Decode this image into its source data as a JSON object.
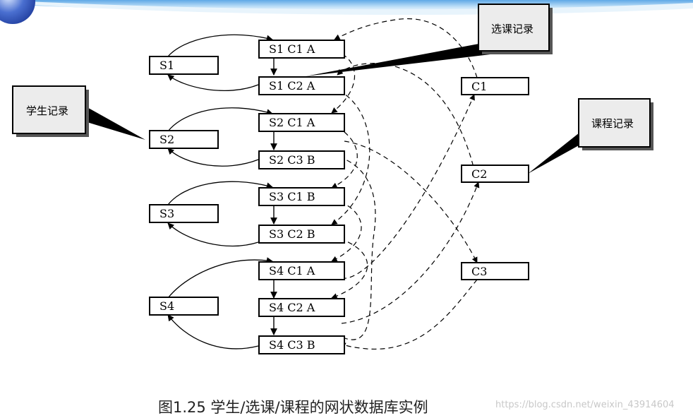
{
  "diagram": {
    "students": [
      {
        "id": "s1",
        "label": "S1"
      },
      {
        "id": "s2",
        "label": "S2"
      },
      {
        "id": "s3",
        "label": "S3"
      },
      {
        "id": "s4",
        "label": "S4"
      }
    ],
    "courses": [
      {
        "id": "c1",
        "label": "C1"
      },
      {
        "id": "c2",
        "label": "C2"
      },
      {
        "id": "c3",
        "label": "C3"
      }
    ],
    "enrollments": [
      {
        "id": "e1",
        "label": "S1 C1 A",
        "student": "s1",
        "course": "c1"
      },
      {
        "id": "e2",
        "label": "S1 C2 A",
        "student": "s1",
        "course": "c2"
      },
      {
        "id": "e3",
        "label": "S2 C1 A",
        "student": "s2",
        "course": "c1"
      },
      {
        "id": "e4",
        "label": "S2 C3 B",
        "student": "s2",
        "course": "c3"
      },
      {
        "id": "e5",
        "label": "S3 C1 B",
        "student": "s3",
        "course": "c1"
      },
      {
        "id": "e6",
        "label": "S3 C2 B",
        "student": "s3",
        "course": "c2"
      },
      {
        "id": "e7",
        "label": "S4 C1 A",
        "student": "s4",
        "course": "c1"
      },
      {
        "id": "e8",
        "label": "S4 C2 A",
        "student": "s4",
        "course": "c2"
      },
      {
        "id": "e9",
        "label": "S4 C3 B",
        "student": "s4",
        "course": "c3"
      }
    ],
    "callouts": {
      "enrollment": "选课记录",
      "student": "学生记录",
      "course": "课程记录"
    }
  },
  "caption": "图1.25  学生/选课/课程的网状数据库实例",
  "watermark": "https://blog.csdn.net/weixin_43914604"
}
